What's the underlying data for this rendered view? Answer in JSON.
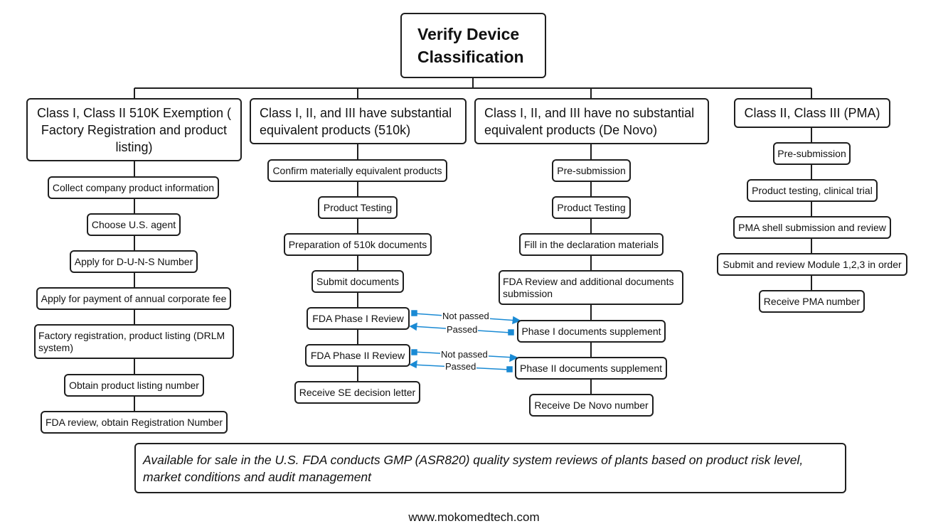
{
  "root": {
    "title": "Verify Device Classification"
  },
  "columns": [
    {
      "header": "Class I, Class II 510K Exemption ( Factory Registration and product listing)",
      "steps": [
        "Collect company product information",
        "Choose U.S. agent",
        "Apply for D-U-N-S Number",
        "Apply for payment of annual corporate fee",
        "Factory registration, product listing (DRLM system)",
        "Obtain product listing number",
        "FDA review, obtain Registration Number"
      ]
    },
    {
      "header": "Class I, II, and III have substantial equivalent products (510k)",
      "steps": [
        "Confirm materially equivalent products",
        "Product Testing",
        "Preparation of 510k documents",
        "Submit documents",
        "FDA Phase I Review",
        "FDA Phase II Review",
        "Receive SE decision letter"
      ]
    },
    {
      "header": "Class I, II, and III have no substantial equivalent products (De Novo)",
      "steps": [
        "Pre-submission",
        "Product Testing",
        "Fill in the declaration materials",
        "FDA Review and additional documents submission",
        "Phase I documents supplement",
        "Phase II documents supplement",
        "Receive De Novo number"
      ]
    },
    {
      "header": "Class II, Class III (PMA)",
      "steps": [
        "Pre-submission",
        "Product testing, clinical trial",
        "PMA shell submission and review",
        "Submit and review Module 1,2,3 in order",
        "Receive PMA number"
      ]
    }
  ],
  "edge_labels": {
    "not_passed_1": "Not passed",
    "passed_1": "Passed",
    "not_passed_2": "Not passed",
    "passed_2": "Passed"
  },
  "note": "Available for sale in the U.S. FDA conducts GMP (ASR820) quality system reviews of plants based on product risk level, market conditions and audit management",
  "footer": "www.mokomedtech.com",
  "colors": {
    "line": "#1f1f1f",
    "arrow": "#1a8ad4"
  }
}
